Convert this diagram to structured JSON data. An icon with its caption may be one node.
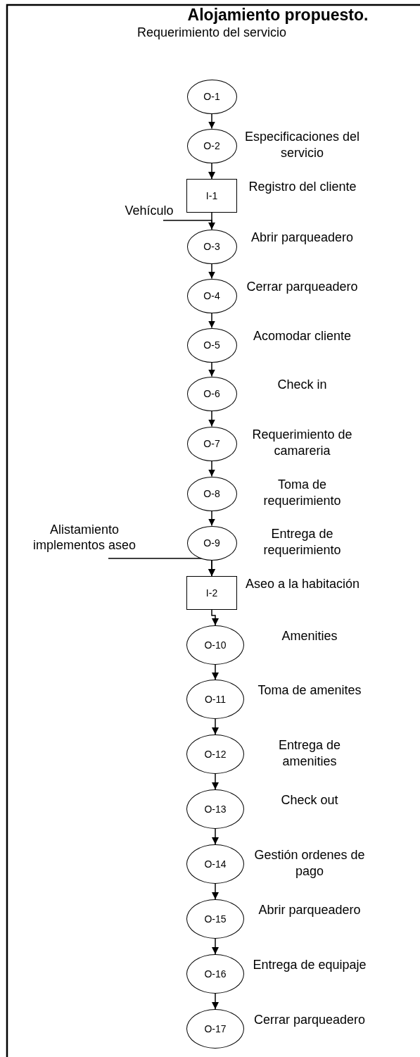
{
  "diagram": {
    "title": "Alojamiento propuesto.",
    "nodes": [
      {
        "text": [
          "O-1"
        ],
        "beside": [
          "Requerimiento del servicio"
        ]
      },
      {
        "text": [
          "O-2"
        ],
        "beside": [
          "Especificaciones del servicio"
        ]
      },
      {
        "text": [
          "I-1"
        ],
        "beside": [
          "Registro del cliente"
        ]
      },
      {
        "text": [
          "Vehículo"
        ]
      },
      {
        "text": [
          "O-3"
        ],
        "beside": [
          "Abrir parqueadero"
        ]
      },
      {
        "text": [
          "O-4"
        ],
        "beside": [
          "Cerrar parqueadero"
        ]
      },
      {
        "text": [
          "O-5"
        ],
        "beside": [
          "Acomodar cliente"
        ]
      },
      {
        "text": [
          "O-6"
        ],
        "beside": [
          "Check in"
        ]
      },
      {
        "text": [
          "O-7"
        ],
        "beside": [
          "Requerimiento de camareria"
        ]
      },
      {
        "text": [
          "O-8"
        ],
        "beside": [
          "Toma de requerimiento"
        ]
      },
      {
        "text": [
          "O-9"
        ],
        "beside": [
          "Entrega de requerimiento"
        ]
      },
      {
        "text": [
          "Alistamiento implementos aseo"
        ]
      },
      {
        "text": [
          "I-2"
        ],
        "beside": [
          "Aseo a la habitación"
        ]
      },
      {
        "text": [
          "O-10"
        ],
        "beside": [
          "Amenities"
        ]
      },
      {
        "text": [
          "O-11"
        ],
        "beside": [
          "Toma de amenites"
        ]
      },
      {
        "text": [
          "O-12"
        ],
        "beside": [
          "Entrega de amenities"
        ]
      },
      {
        "text": [
          "O-13"
        ],
        "beside": [
          "Check out"
        ]
      },
      {
        "text": [
          "O-14"
        ],
        "beside": [
          "Gestión ordenes de pago"
        ]
      },
      {
        "text": [
          "O-15"
        ],
        "beside": [
          "Abrir parqueadero"
        ]
      },
      {
        "text": [
          "O-16"
        ],
        "beside": [
          "Entrega de equipaje"
        ]
      },
      {
        "text": [
          "O-17"
        ],
        "beside": [
          "Cerrar parqueadero"
        ]
      }
    ],
    "edges": [
      {
        "from": 0,
        "to": 1,
        "arrow": "to"
      },
      {
        "from": 1,
        "to": 2,
        "arrow": "to"
      },
      {
        "from": 2,
        "to": 4,
        "arrow": "to"
      },
      {
        "from": 3,
        "to": 4,
        "arrow": "to"
      },
      {
        "from": 4,
        "to": 5,
        "arrow": "to"
      },
      {
        "from": 5,
        "to": 6,
        "arrow": "to"
      },
      {
        "from": 6,
        "to": 7,
        "arrow": "to"
      },
      {
        "from": 7,
        "to": 8,
        "arrow": "to"
      },
      {
        "from": 8,
        "to": 9,
        "arrow": "to"
      },
      {
        "from": 9,
        "to": 10,
        "arrow": "to"
      },
      {
        "from": 10,
        "to": 12,
        "arrow": "to"
      },
      {
        "from": 11,
        "to": 12,
        "arrow": "to"
      },
      {
        "from": 12,
        "to": 13,
        "arrow": "to"
      },
      {
        "from": 13,
        "to": 14,
        "arrow": "to"
      },
      {
        "from": 14,
        "to": 15,
        "arrow": "to"
      },
      {
        "from": 15,
        "to": 16,
        "arrow": "to"
      },
      {
        "from": 16,
        "to": 17,
        "arrow": "to"
      },
      {
        "from": 17,
        "to": 18,
        "arrow": "to"
      },
      {
        "from": 18,
        "to": 19,
        "arrow": "to"
      },
      {
        "from": 19,
        "to": 20,
        "arrow": "to"
      }
    ]
  }
}
